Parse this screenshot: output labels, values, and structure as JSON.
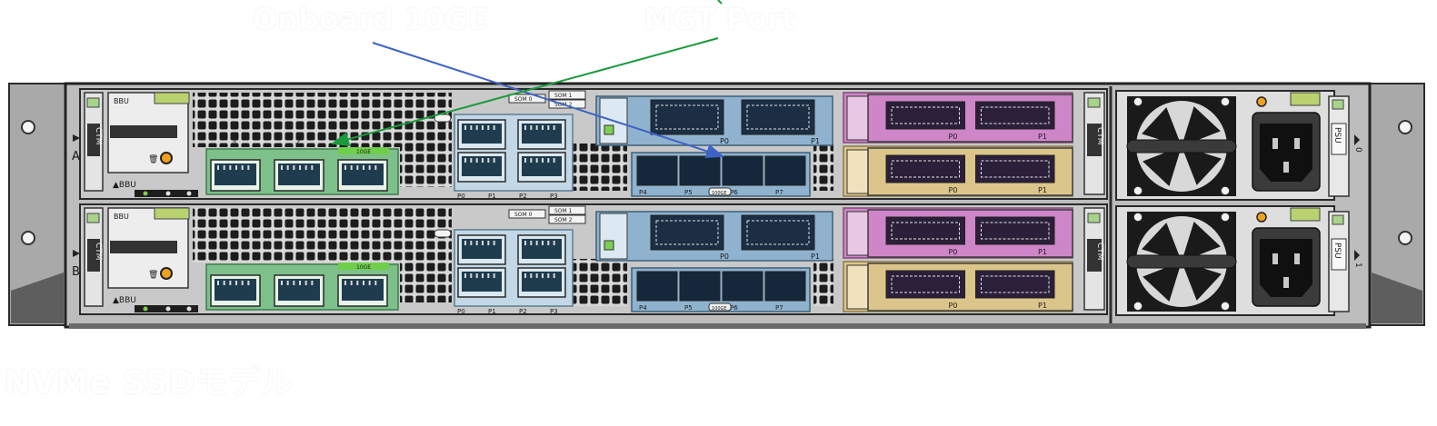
{
  "callouts": {
    "onboard": "Onboard 10GE",
    "mgt": "MGT Port"
  },
  "model_label": "NVMe SSDモデル",
  "controllers": [
    {
      "name": "A",
      "ctm_left": "CTM",
      "ctm_right": "CTM",
      "bbu": "BBU",
      "bbu_status": "▲BBU",
      "onboard_tag": "10GE",
      "ports_left": [
        "P0",
        "P1",
        "P2",
        "P3"
      ],
      "hic1_ports": [
        "P0",
        "P1"
      ],
      "hic2_ports": [
        "P4",
        "P5",
        "P6",
        "P7"
      ],
      "hic2_badge": "100GE",
      "pink_ports": [
        "P0",
        "P1"
      ],
      "yellow_ports": [
        "P0",
        "P1"
      ],
      "sas_labels": [
        "SOM 0",
        "SOM 1",
        "SOM 2"
      ],
      "psu": "PSU",
      "psu_num": "0"
    },
    {
      "name": "B",
      "ctm_left": "CTM",
      "ctm_right": "CTM",
      "bbu": "BBU",
      "bbu_status": "▲BBU",
      "onboard_tag": "10GE",
      "ports_left": [
        "P0",
        "P1",
        "P2",
        "P3"
      ],
      "hic1_ports": [
        "P0",
        "P1"
      ],
      "hic2_ports": [
        "P4",
        "P5",
        "P6",
        "P7"
      ],
      "hic2_badge": "100GE",
      "pink_ports": [
        "P0",
        "P1"
      ],
      "yellow_ports": [
        "P0",
        "P1"
      ],
      "sas_labels": [
        "SOM 0",
        "SOM 1",
        "SOM 2"
      ],
      "psu": "PSU",
      "psu_num": "1"
    }
  ],
  "colors": {
    "onboard_green": "#7dc08a",
    "hic_blue": "#8fb3cf",
    "pink": "#cf86c9",
    "yellow": "#dcc58a",
    "arrow_blue": "#3f63c4",
    "arrow_green": "#1a9a3c"
  }
}
